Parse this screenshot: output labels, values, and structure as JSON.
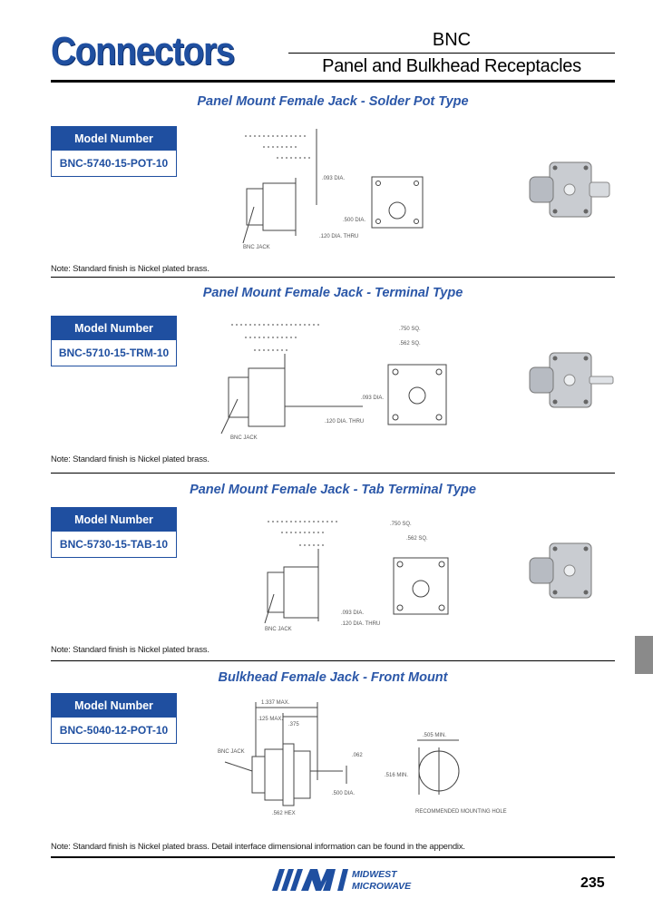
{
  "header": {
    "brand": "Connectors",
    "series": "BNC",
    "title": "Panel and Bulkhead Receptacles"
  },
  "sections": [
    {
      "title": "Panel Mount Female Jack - Solder Pot  Type",
      "model_label": "Model Number",
      "model_number": "BNC-5740-15-POT-10",
      "note": "Note: Standard finish is Nickel plated brass."
    },
    {
      "title": "Panel Mount Female Jack - Terminal Type",
      "model_label": "Model Number",
      "model_number": "BNC-5710-15-TRM-10",
      "note": "Note: Standard finish is Nickel plated brass."
    },
    {
      "title": "Panel Mount Female Jack - Tab Terminal Type",
      "model_label": "Model Number",
      "model_number": "BNC-5730-15-TAB-10",
      "note": "Note: Standard finish is Nickel plated brass."
    },
    {
      "title": "Bulkhead Female Jack - Front Mount",
      "model_label": "Model Number",
      "model_number": "BNC-5040-12-POT-10",
      "note": "Note: Standard finish is Nickel plated brass. Detail interface dimensional information can be found in the appendix."
    }
  ],
  "drawing4_labels": {
    "overall": "1.337 MAX.",
    "panel": ".125 MAX.",
    "flange": ".375",
    "jack": "BNC JACK",
    "pot": ".062",
    "dia": ".500 DIA.",
    "hex": ".562 HEX",
    "mount_width": ".505 MIN.",
    "mount_dia": ".516 MIN.",
    "hole": "RECOMMENDED MOUNTING HOLE"
  },
  "footer": {
    "logo_line1": "MIDWEST",
    "logo_line2": "MICROWAVE",
    "page_number": "235"
  },
  "colors": {
    "brand_blue": "#1f4fa0",
    "title_blue": "#2b57a8"
  }
}
